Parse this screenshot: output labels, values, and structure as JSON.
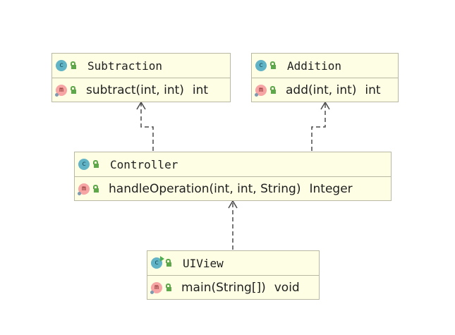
{
  "diagram": {
    "classes": [
      {
        "id": "subtraction",
        "name": "Subtraction",
        "icon": "class-icon",
        "methods": [
          {
            "signature": "subtract(int, int)",
            "return_type": "int",
            "icon": "method-icon"
          }
        ]
      },
      {
        "id": "addition",
        "name": "Addition",
        "icon": "class-icon",
        "methods": [
          {
            "signature": "add(int, int)",
            "return_type": "int",
            "icon": "method-icon"
          }
        ]
      },
      {
        "id": "controller",
        "name": "Controller",
        "icon": "class-icon",
        "methods": [
          {
            "signature": "handleOperation(int, int, String)",
            "return_type": "Integer",
            "icon": "method-icon"
          }
        ]
      },
      {
        "id": "uiview",
        "name": "UIView",
        "icon": "runnable-class-icon",
        "methods": [
          {
            "signature": "main(String[])",
            "return_type": "void",
            "icon": "method-icon"
          }
        ]
      }
    ],
    "dependencies": [
      {
        "from": "controller",
        "to": "subtraction",
        "style": "dashed-open-arrow"
      },
      {
        "from": "controller",
        "to": "addition",
        "style": "dashed-open-arrow"
      },
      {
        "from": "uiview",
        "to": "controller",
        "style": "dashed-open-arrow"
      }
    ],
    "colors": {
      "class_fill": "#fefee4",
      "class_border": "#b9b9a3",
      "connector": "#4a4a4a",
      "class_icon": "#61b3c6",
      "method_icon": "#f6a4a4",
      "visibility_icon": "#5ea84b"
    }
  }
}
